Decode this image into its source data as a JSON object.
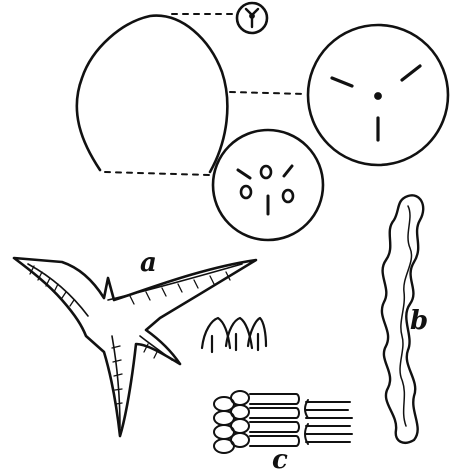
{
  "figure": {
    "labels": {
      "a": "a",
      "b": "b",
      "c": "c"
    },
    "ink_color": "#111111",
    "paper_color": "#ffffff"
  }
}
